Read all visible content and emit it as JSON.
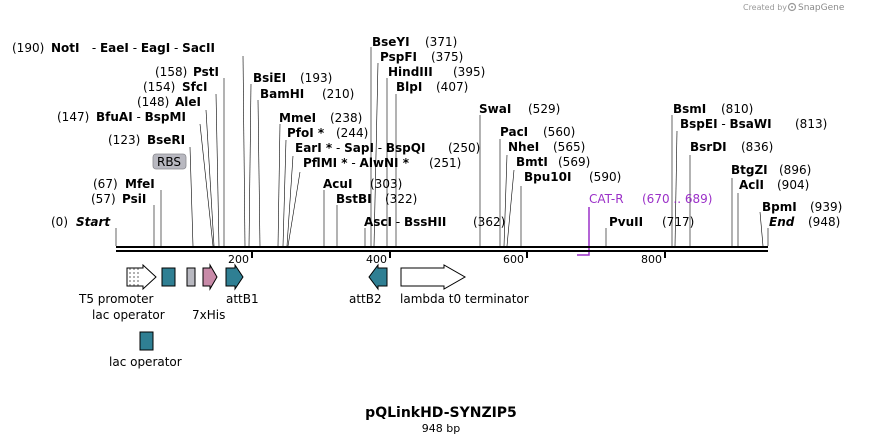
{
  "header": {
    "credit_text": "Created by",
    "credit_brand": "SnapGene"
  },
  "plasmid": {
    "name": "pQLinkHD-SYNZIP5",
    "size": "948 bp"
  },
  "sites": [
    {
      "id": "notI",
      "pos": "(190)",
      "name": "NotI"
    },
    {
      "id": "eaeI",
      "name": "EaeI"
    },
    {
      "id": "eagI",
      "name": "EagI"
    },
    {
      "id": "sacII",
      "name": "SacII"
    },
    {
      "id": "pstI",
      "pos": "(158)",
      "name": "PstI"
    },
    {
      "id": "sfcI",
      "pos": "(154)",
      "name": "SfcI"
    },
    {
      "id": "aleI",
      "pos": "(148)",
      "name": "AleI"
    },
    {
      "id": "bfuAI",
      "pos": "(147)",
      "name": "BfuAI"
    },
    {
      "id": "bspMI",
      "name": "BspMI"
    },
    {
      "id": "bseRI",
      "pos": "(123)",
      "name": "BseRI"
    },
    {
      "id": "mfeI",
      "pos": "(67)",
      "name": "MfeI"
    },
    {
      "id": "psiI",
      "pos": "(57)",
      "name": "PsiI"
    },
    {
      "id": "start",
      "pos": "(0)",
      "name": "Start"
    },
    {
      "id": "bsiEI",
      "pos": "(193)",
      "name": "BsiEI"
    },
    {
      "id": "bamHI",
      "pos": "(210)",
      "name": "BamHI"
    },
    {
      "id": "mmeI",
      "pos": "(238)",
      "name": "MmeI"
    },
    {
      "id": "pfoI",
      "pos": "(244)",
      "name": "PfoI *"
    },
    {
      "id": "earI",
      "name": "EarI *"
    },
    {
      "id": "sapI",
      "name": "SapI"
    },
    {
      "id": "bspQI",
      "pos": "(250)",
      "name": "BspQI"
    },
    {
      "id": "pflMI",
      "name": "PflMI *"
    },
    {
      "id": "alwNI",
      "pos": "(251)",
      "name": "AlwNI *"
    },
    {
      "id": "acuI",
      "pos": "(303)",
      "name": "AcuI"
    },
    {
      "id": "bstBI",
      "pos": "(322)",
      "name": "BstBI"
    },
    {
      "id": "ascI",
      "name": "AscI"
    },
    {
      "id": "bssHII",
      "pos": "(362)",
      "name": "BssHII"
    },
    {
      "id": "bseYI",
      "pos": "(371)",
      "name": "BseYI"
    },
    {
      "id": "pspFI",
      "pos": "(375)",
      "name": "PspFI"
    },
    {
      "id": "hindIII",
      "pos": "(395)",
      "name": "HindIII"
    },
    {
      "id": "blpI",
      "pos": "(407)",
      "name": "BlpI"
    },
    {
      "id": "swaI",
      "pos": "(529)",
      "name": "SwaI"
    },
    {
      "id": "pacI",
      "pos": "(560)",
      "name": "PacI"
    },
    {
      "id": "nheI",
      "pos": "(565)",
      "name": "NheI"
    },
    {
      "id": "bmtI",
      "pos": "(569)",
      "name": "BmtI"
    },
    {
      "id": "bpu10I",
      "pos": "(590)",
      "name": "Bpu10I"
    },
    {
      "id": "pvuII",
      "pos": "(717)",
      "name": "PvuII"
    },
    {
      "id": "bsmI",
      "pos": "(810)",
      "name": "BsmI"
    },
    {
      "id": "bspEI",
      "name": "BspEI"
    },
    {
      "id": "bsaWI",
      "pos": "(813)",
      "name": "BsaWI"
    },
    {
      "id": "bsrDI",
      "pos": "(836)",
      "name": "BsrDI"
    },
    {
      "id": "btgZI",
      "pos": "(896)",
      "name": "BtgZI"
    },
    {
      "id": "aclI",
      "pos": "(904)",
      "name": "AclI"
    },
    {
      "id": "bpmI",
      "pos": "(939)",
      "name": "BpmI"
    },
    {
      "id": "end",
      "pos": "(948)",
      "name": "End"
    }
  ],
  "primer": {
    "name": "CAT-R",
    "range": "(670 .. 689)",
    "color": "#9b30c8"
  },
  "scale": {
    "ticks": [
      "200",
      "400",
      "600",
      "800"
    ]
  },
  "features": [
    {
      "id": "t5",
      "name": "T5 promoter",
      "color": "#ffffff"
    },
    {
      "id": "lacop1",
      "name": "lac operator",
      "color": "#2f7f93"
    },
    {
      "id": "lacop2",
      "name": "lac operator",
      "color": "#2f7f93"
    },
    {
      "id": "rbs",
      "name": "RBS",
      "color": "#b8b8c0"
    },
    {
      "id": "his",
      "name": "7xHis",
      "color": "#c88aa8"
    },
    {
      "id": "attB1",
      "name": "attB1",
      "color": "#2f7f93"
    },
    {
      "id": "attB2",
      "name": "attB2",
      "color": "#2f7f93"
    },
    {
      "id": "lambda",
      "name": "lambda t0 terminator",
      "color": "#ffffff"
    }
  ]
}
